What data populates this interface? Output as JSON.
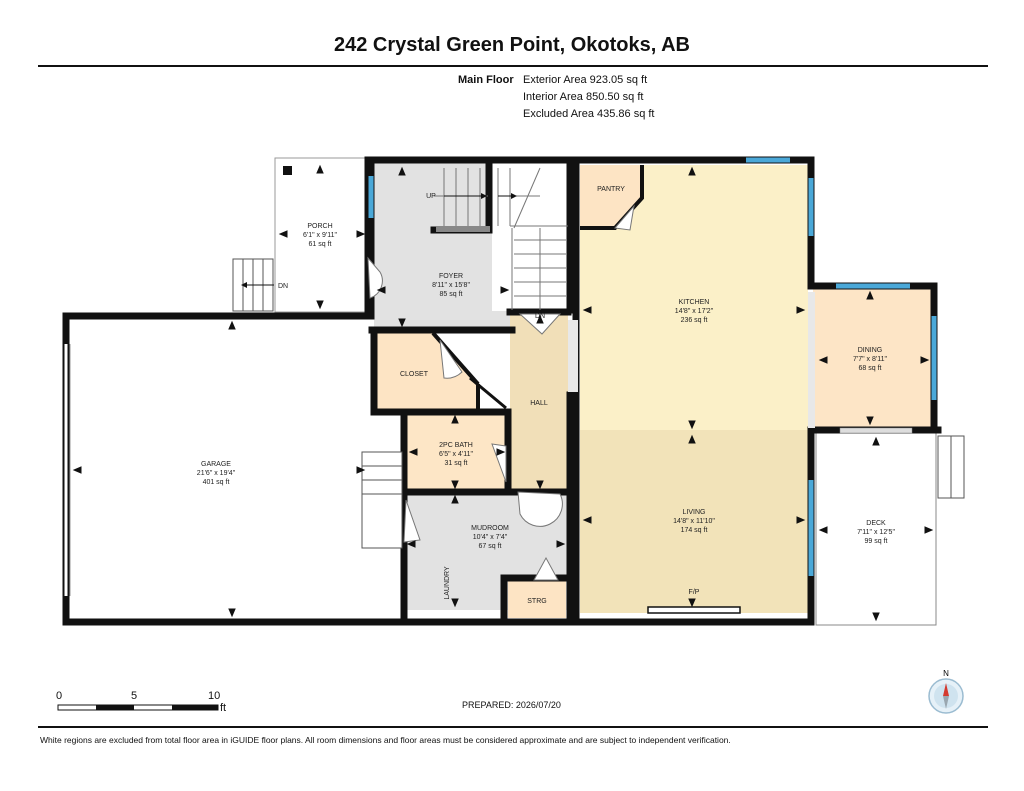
{
  "header": {
    "title": "242 Crystal Green Point, Okotoks, AB"
  },
  "areas": {
    "floor_name": "Main Floor",
    "exterior": "Exterior Area 923.05 sq ft",
    "interior": "Interior Area 850.50 sq ft",
    "excluded": "Excluded Area 435.86 sq ft"
  },
  "rooms": {
    "porch": {
      "name": "PORCH",
      "dims": "6'1\" x 9'11\"",
      "area": "61 sq ft"
    },
    "foyer": {
      "name": "FOYER",
      "dims": "8'11\" x 15'8\"",
      "area": "85 sq ft"
    },
    "pantry": {
      "name": "PANTRY"
    },
    "kitchen": {
      "name": "KITCHEN",
      "dims": "14'8\" x 17'2\"",
      "area": "236 sq ft"
    },
    "dining": {
      "name": "DINING",
      "dims": "7'7\" x 8'11\"",
      "area": "68 sq ft"
    },
    "garage": {
      "name": "GARAGE",
      "dims": "21'6\" x 19'4\"",
      "area": "401 sq ft"
    },
    "closet": {
      "name": "CLOSET"
    },
    "hall": {
      "name": "HALL"
    },
    "bath": {
      "name": "2PC BATH",
      "dims": "6'5\" x 4'11\"",
      "area": "31 sq ft"
    },
    "living": {
      "name": "LIVING",
      "dims": "14'8\" x 11'10\"",
      "area": "174 sq ft"
    },
    "deck": {
      "name": "DECK",
      "dims": "7'11\" x 12'5\"",
      "area": "99 sq ft"
    },
    "mudroom": {
      "name": "MUDROOM",
      "dims": "10'4\" x 7'4\"",
      "area": "67 sq ft"
    },
    "laundry": {
      "name": "LAUNDRY"
    },
    "storage": {
      "name": "STRG"
    }
  },
  "labels": {
    "up": "UP",
    "dn1": "DN",
    "dn2": "DN",
    "fireplace": "F/P"
  },
  "scale": {
    "tick0": "0",
    "tick5": "5",
    "tick10": "10",
    "unit": "ft"
  },
  "compass": {
    "north": "N"
  },
  "prepared": "PREPARED: 2026/07/20",
  "disclaimer": "White regions are excluded from total floor area in iGUIDE floor plans. All room dimensions and floor areas must be considered approximate and are subject to independent verification.",
  "colors": {
    "wall": "#111111",
    "kitchen": "#fbf0c8",
    "living": "#f2e3b9",
    "hall": "#f1dfb8",
    "dining": "#fde5c6",
    "closet": "#fde4c4",
    "bath": "#fde6c6",
    "pantry": "#fde4c4",
    "grey_rooms": "#e2e2e2",
    "window": "#4aa8d8"
  }
}
